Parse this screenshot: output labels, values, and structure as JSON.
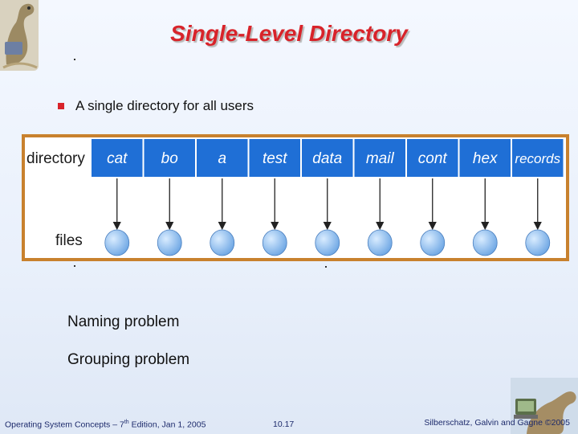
{
  "slide": {
    "title": "Single-Level Directory",
    "bullet": "A single directory for all users",
    "problems": [
      "Naming problem",
      "Grouping problem"
    ]
  },
  "diagram": {
    "directory_label": "directory",
    "files_label": "files",
    "entries": [
      "cat",
      "bo",
      "a",
      "test",
      "data",
      "mail",
      "cont",
      "hex",
      "records"
    ]
  },
  "footer": {
    "left_prefix": "Operating System Concepts – 7",
    "left_sup": "th",
    "left_suffix": " Edition, Jan 1, 2005",
    "center": "10.17",
    "right": "Silberschatz, Galvin and Gagne ©2005"
  },
  "colors": {
    "title": "#d8232a",
    "frame": "#c8812e",
    "cell": "#1f6fd6",
    "file_node": "#7fb6ee"
  },
  "icons": [
    "dinosaur-logo",
    "dinosaur-computer-logo"
  ]
}
